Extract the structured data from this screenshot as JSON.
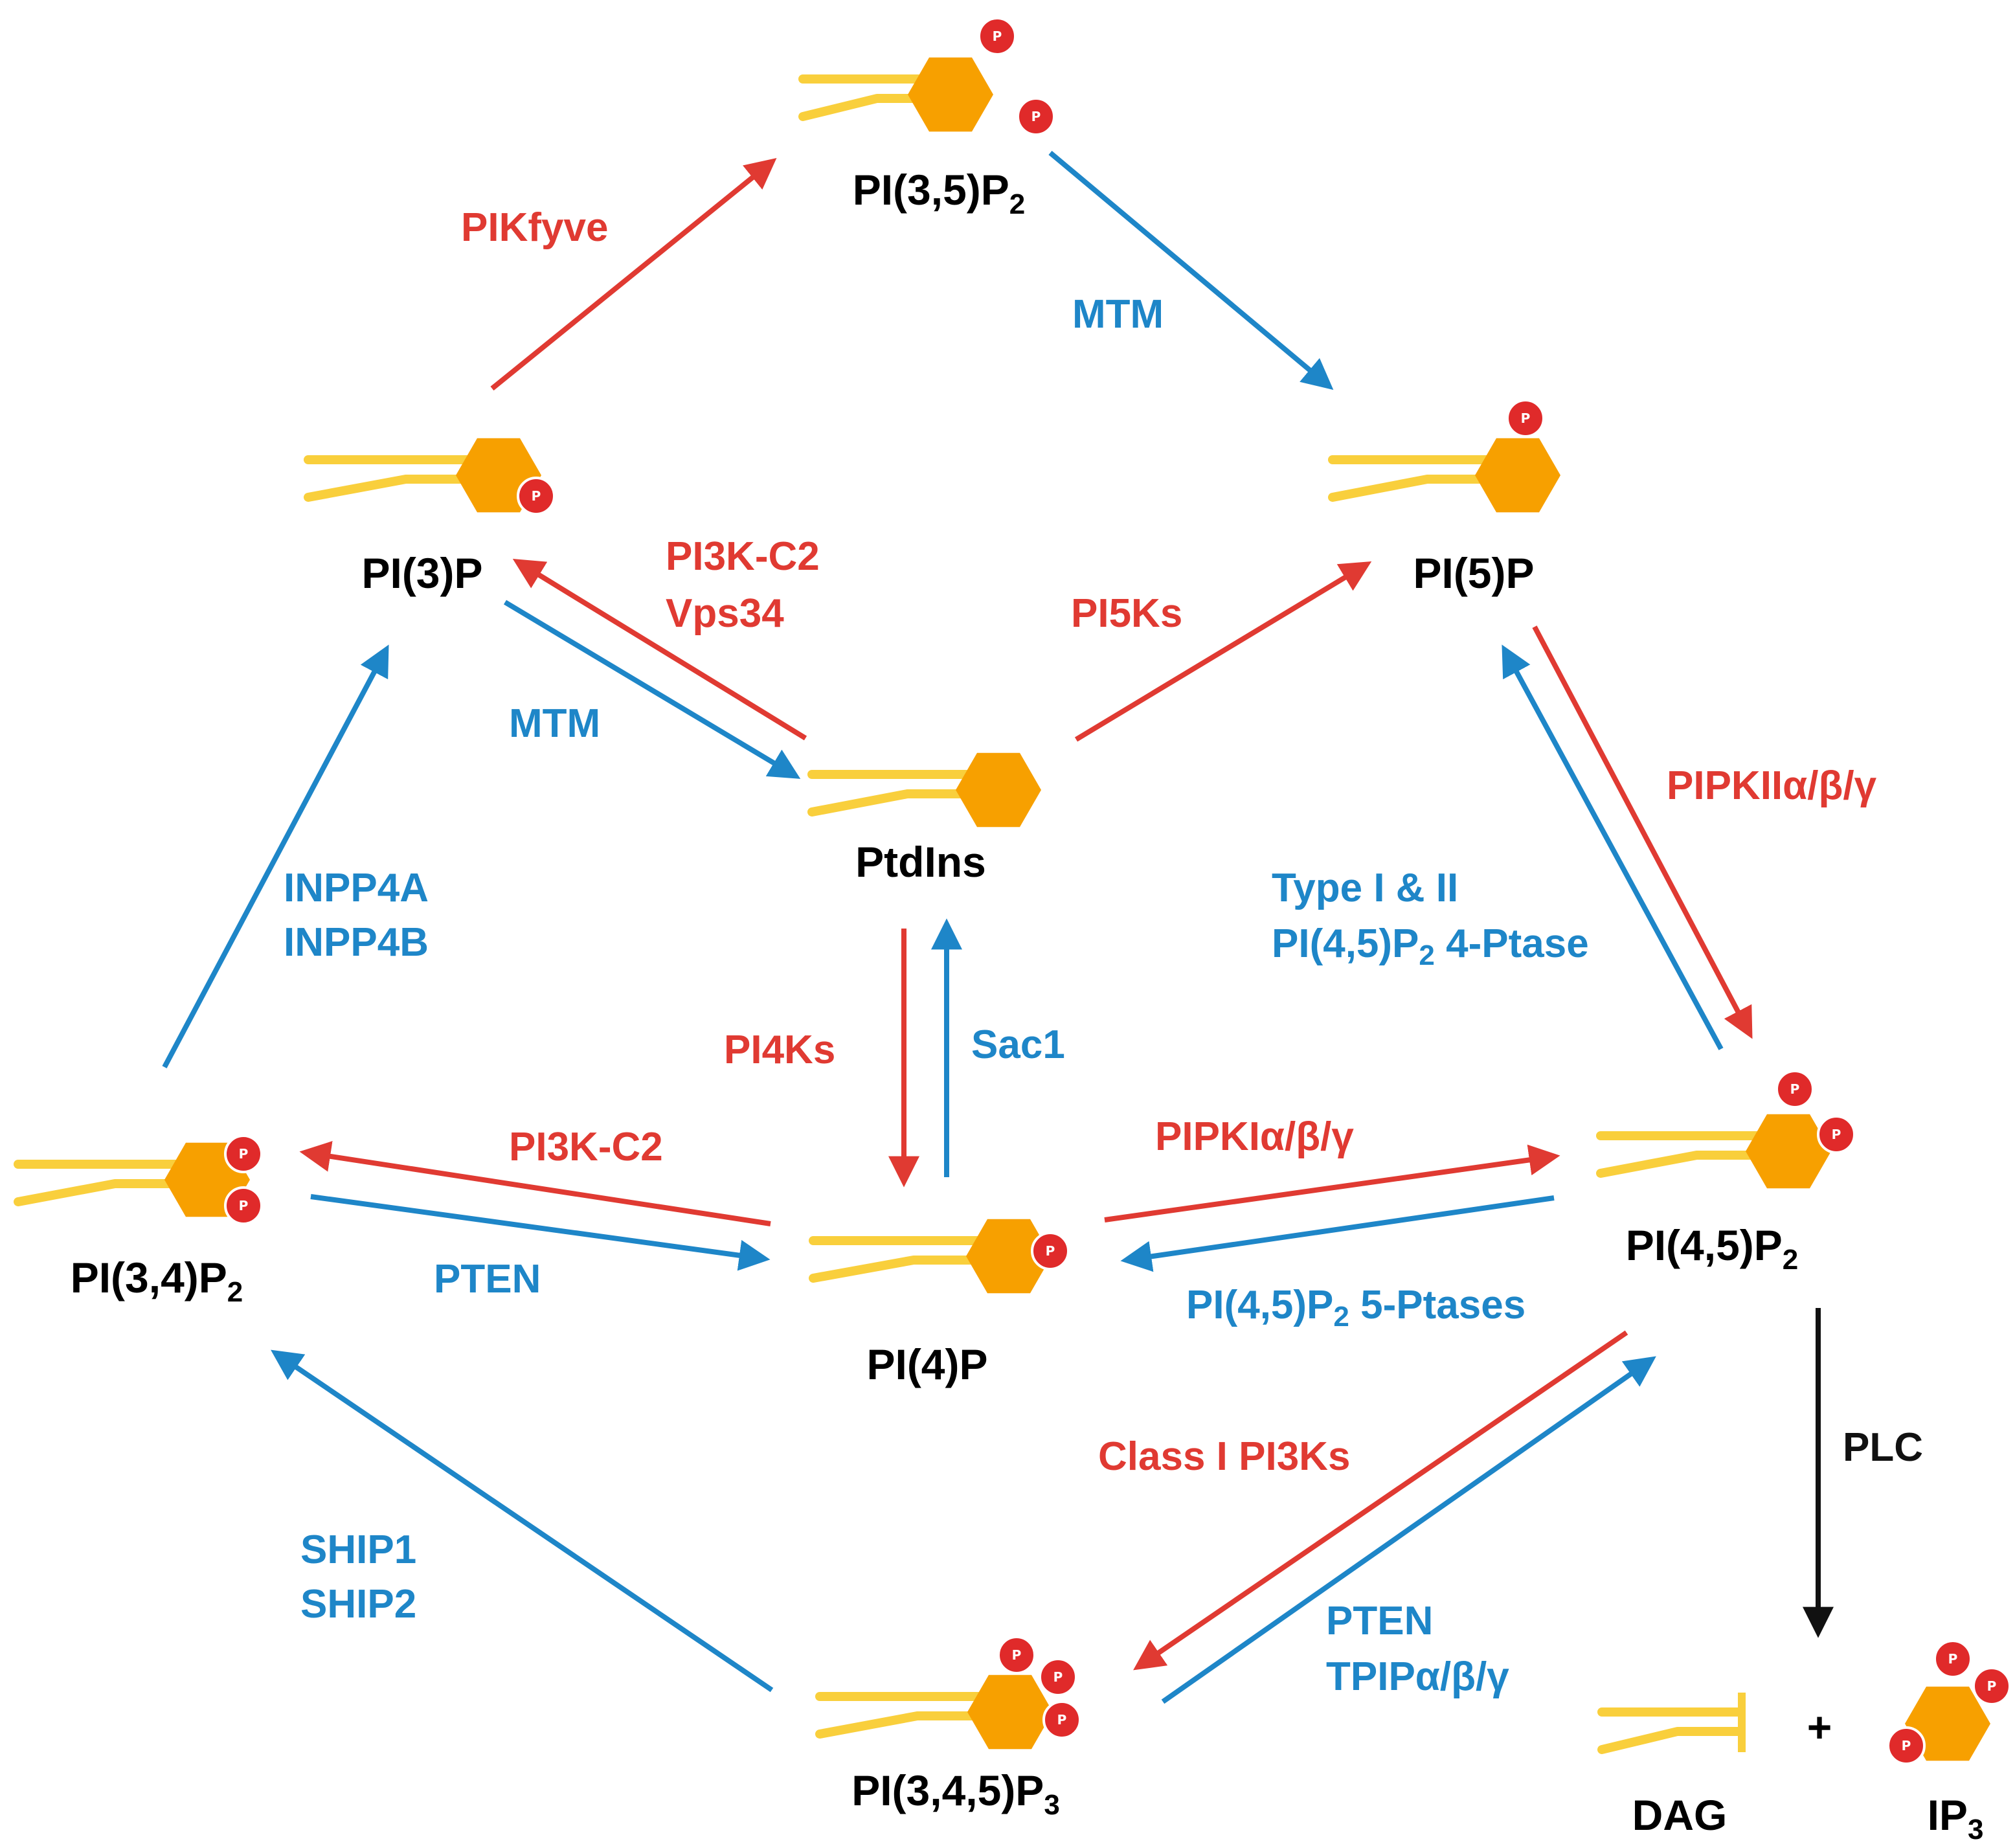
{
  "colors": {
    "kinase": "#e03a32",
    "phosphatase": "#1e86c8",
    "lipase": "#111111",
    "headgroup": "#f7a000",
    "tail": "#f9cf3c",
    "phosphate": "#e02a2a"
  },
  "icons": {
    "headgroup": "hexagon-inositol-icon",
    "tail": "lipid-tail-icon",
    "phosphate": "phosphate-circle-icon"
  },
  "phosphate_symbol": "P",
  "nodes": {
    "pi35p2": {
      "main": "PI(3,5)P",
      "sub": "2"
    },
    "pi3p": {
      "main": "PI(3)P"
    },
    "pi5p": {
      "main": "PI(5)P"
    },
    "ptdins": {
      "main": "PtdIns"
    },
    "pi34p2": {
      "main": "PI(3,4)P",
      "sub": "2"
    },
    "pi4p": {
      "main": "PI(4)P"
    },
    "pi45p2": {
      "main": "PI(4,5)P",
      "sub": "2"
    },
    "pi345p3": {
      "main": "PI(3,4,5)P",
      "sub": "3"
    },
    "dag": {
      "main": "DAG"
    },
    "ip3": {
      "main": "IP",
      "sub": "3"
    },
    "plus": "+"
  },
  "enzymes": {
    "pikfyve": "PIKfyve",
    "mtm_top": "MTM",
    "pi3k_c2_top_1": "PI3K-C2",
    "pi3k_c2_top_2": "Vps34",
    "mtm_left": "MTM",
    "pi5ks": "PI5Ks",
    "pipkii": "PIPKIIα/β/γ",
    "type12_1": "Type I & II",
    "type12_2_main": "PI(4,5)P",
    "type12_2_sub": "2",
    "type12_2_rest": " 4-Ptase",
    "inpp4a": "INPP4A",
    "inpp4b": "INPP4B",
    "pi4ks": "PI4Ks",
    "sac1": "Sac1",
    "pi3k_c2_mid": "PI3K-C2",
    "pten_mid": "PTEN",
    "pipki": "PIPKIα/β/γ",
    "ptase5_main": "PI(4,5)P",
    "ptase5_sub": "2",
    "ptase5_rest": " 5-Ptases",
    "class1": "Class I PI3Ks",
    "plc": "PLC",
    "ship1": "SHIP1",
    "ship2": "SHIP2",
    "pten_bot": "PTEN",
    "tpip": "TPIPα/β/γ"
  }
}
